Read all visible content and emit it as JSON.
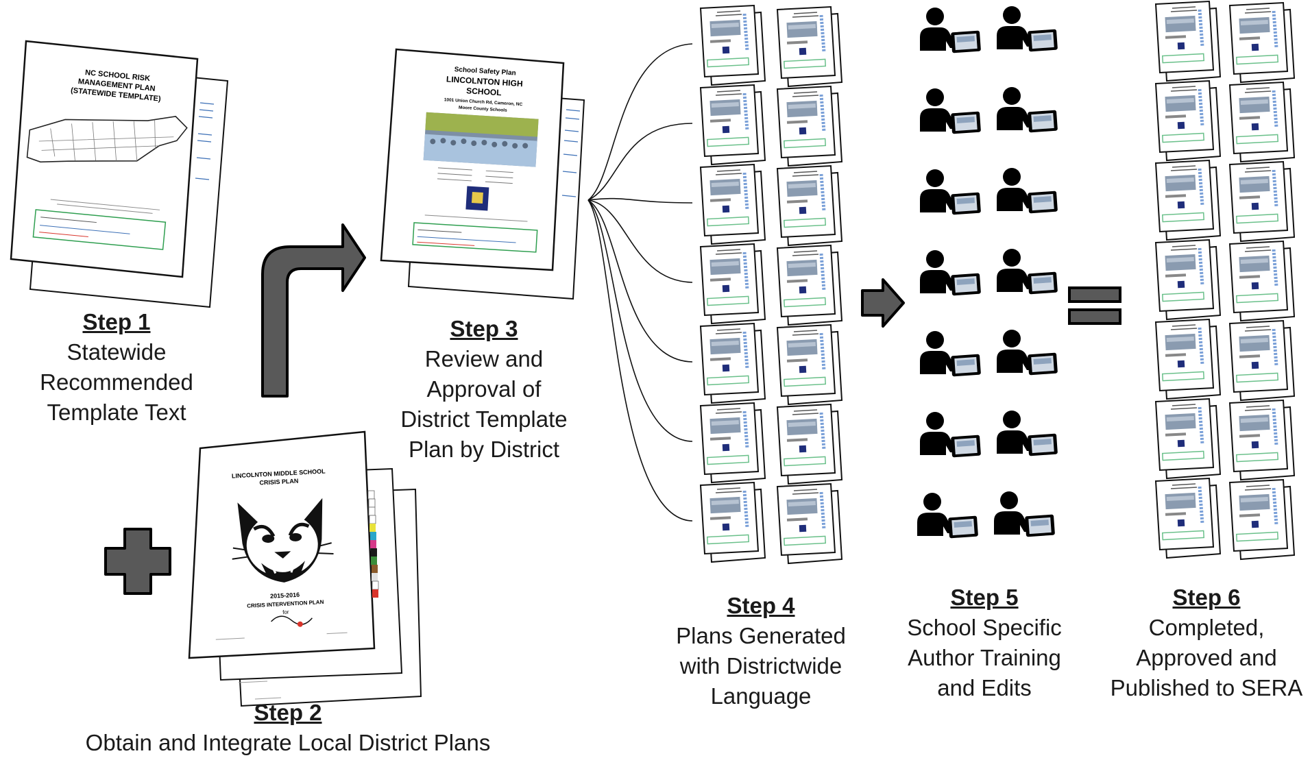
{
  "steps": [
    {
      "title": "Step 1",
      "lines": [
        "Statewide",
        "Recommended",
        "Template Text"
      ]
    },
    {
      "title": "Step 2",
      "lines": [
        "Obtain and Integrate Local District Plans"
      ]
    },
    {
      "title": "Step 3",
      "lines": [
        "Review and",
        "Approval of",
        "District Template",
        "Plan by District"
      ]
    },
    {
      "title": "Step 4",
      "lines": [
        "Plans Generated",
        "with Districtwide",
        "Language"
      ]
    },
    {
      "title": "Step 5",
      "lines": [
        "School Specific",
        "Author Training",
        "and Edits"
      ]
    },
    {
      "title": "Step 6",
      "lines": [
        "Completed,",
        "Approved and",
        "Published to SERA"
      ]
    }
  ],
  "documents": {
    "state_template": {
      "title": [
        "NC SCHOOL RISK",
        "MANAGEMENT PLAN",
        "(STATEWIDE TEMPLATE)"
      ]
    },
    "district_template": {
      "heading": "School Safety Plan",
      "school": [
        "LINCOLNTON HIGH",
        "SCHOOL"
      ],
      "address": "1001 Union Church Rd, Cameron, NC",
      "district": "Moore County Schools"
    },
    "local_plan": {
      "title": [
        "LINCOLNTON MIDDLE SCHOOL",
        "CRISIS PLAN"
      ],
      "years": "2015-2016",
      "subtitle": "CRISIS INTERVENTION PLAN",
      "for": "for"
    }
  },
  "icons": {
    "curved_arrow": "curved-arrow-icon",
    "plus": "plus-icon",
    "right_arrow": "right-arrow-icon",
    "equals": "equals-icon",
    "person": "person-at-computer-icon"
  },
  "colors": {
    "arrow_fill": "#595959",
    "ink": "#000000",
    "doc_blue": "#3b6fb6",
    "doc_green": "#2e9e4f",
    "doc_red": "#d9342b"
  }
}
